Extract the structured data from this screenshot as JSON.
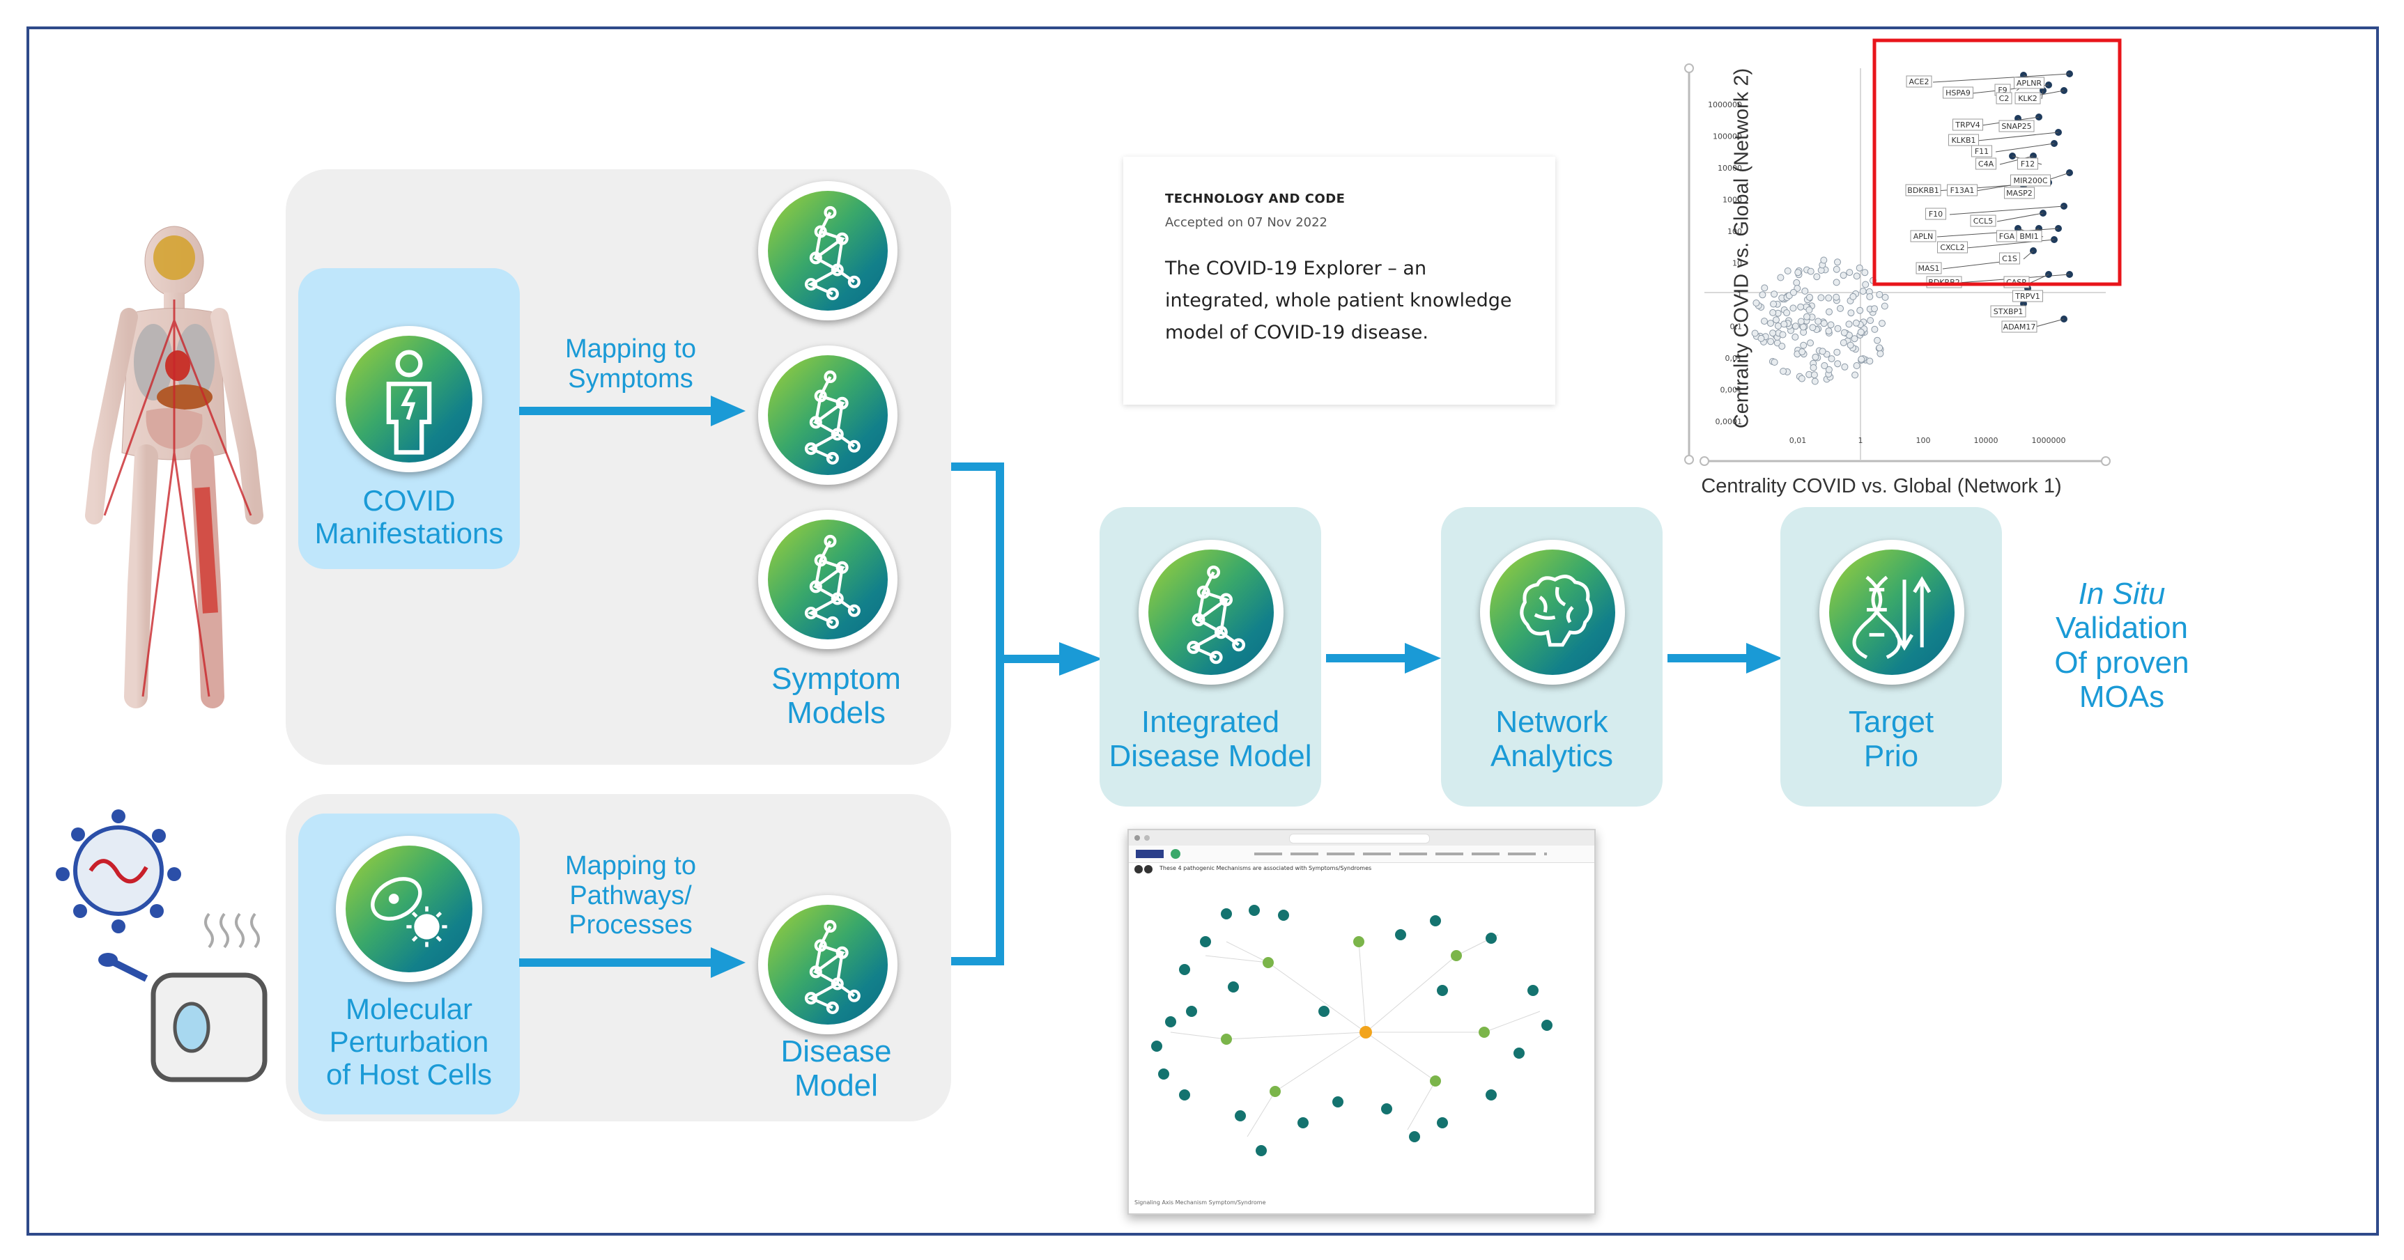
{
  "left": {
    "covid_manifestations": "COVID\nManifestations",
    "molecular_perturbation": "Molecular\nPerturbation\nof Host Cells",
    "mapping_symptoms": "Mapping to\nSymptoms",
    "mapping_pathways": "Mapping to\nPathways/\nProcesses",
    "symptom_models": "Symptom\nModels",
    "disease_model": "Disease\nModel"
  },
  "pipeline": {
    "integrated": "Integrated\nDisease Model",
    "network": "Network\nAnalytics",
    "target": "Target\nPrio",
    "insitu_italic": "In Situ",
    "insitu_rest": "Validation\nOf proven\nMOAs"
  },
  "paper": {
    "category": "TECHNOLOGY AND CODE",
    "accepted": "Accepted on 07 Nov 2022",
    "title": "The COVID-19 Explorer – an integrated, whole patient knowledge model of COVID-19 disease."
  },
  "scatter": {
    "xlabel": "Centrality COVID vs. Global (Network 1)",
    "ylabel": "Centrality COVID vs. Global (Network 2)",
    "y_ticks": [
      "1000000",
      "100000",
      "10000",
      "1000",
      "100",
      "10",
      "1",
      "0,1",
      "0,01",
      "0,001",
      "0,0001"
    ],
    "x_ticks": [
      "0,01",
      "1",
      "100",
      "10000",
      "1000000"
    ],
    "gene_labels": [
      "ACE2",
      "HSPA9",
      "F9",
      "APLNR",
      "C2",
      "KLK2",
      "TRPV4",
      "SNAP25",
      "KLKB1",
      "F11",
      "C4A",
      "F12",
      "MIR200C",
      "BDKRB1",
      "F13A1",
      "MASP2",
      "F10",
      "CCL5",
      "FGA",
      "BMI1",
      "APLN",
      "CXCL2",
      "C1S",
      "MAS1",
      "BDKRB2",
      "CASR",
      "TRPV1",
      "STXBP1",
      "ADAM17"
    ],
    "highlight_color": "#e8151b",
    "point_color": "#1f3b5c"
  },
  "screenshot": {
    "header_text": "These 4 pathogenic Mechanisms are associated with Symptoms/Syndromes",
    "legend": "Signaling Axis  Mechanism  Symptom/Syndrome"
  },
  "colors": {
    "accent_blue": "#1a9ad6",
    "frame": "#2f4a8a",
    "light_box": "#bfe6fb",
    "teal_box": "#d6ecee"
  }
}
